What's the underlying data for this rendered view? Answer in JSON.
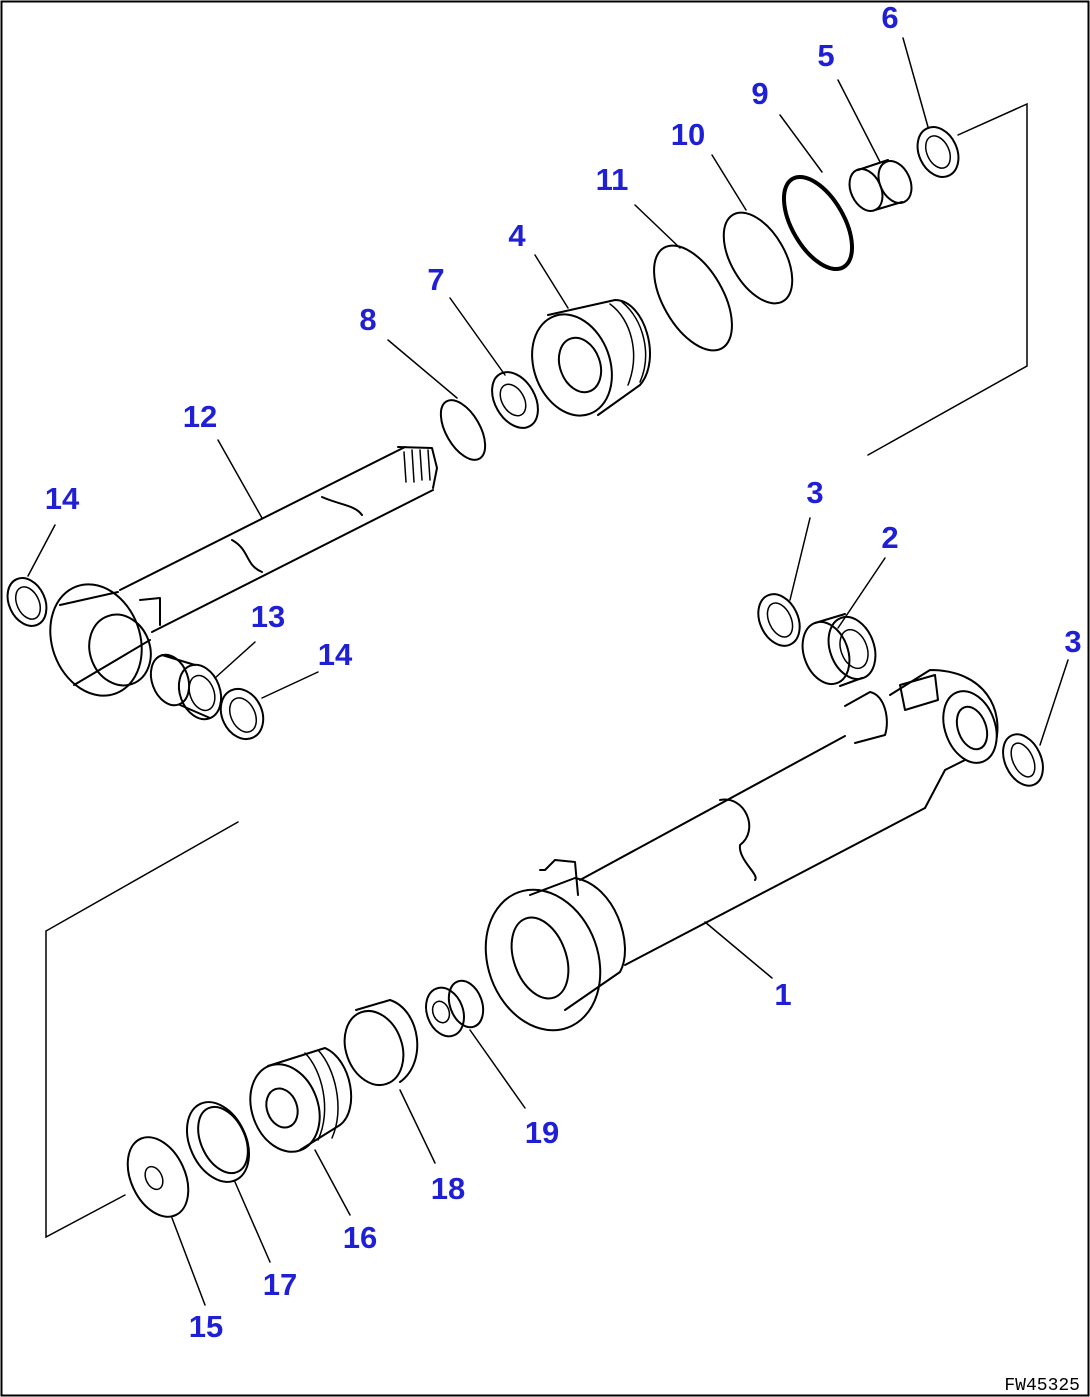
{
  "diagram": {
    "type": "exploded-parts-diagram",
    "drawing_code": "FW45325",
    "callout_color": "#1f1fd6",
    "parts": [
      {
        "id": "p1",
        "label": "1"
      },
      {
        "id": "p2",
        "label": "2"
      },
      {
        "id": "p3a",
        "label": "3"
      },
      {
        "id": "p3b",
        "label": "3"
      },
      {
        "id": "p4",
        "label": "4"
      },
      {
        "id": "p5",
        "label": "5"
      },
      {
        "id": "p6",
        "label": "6"
      },
      {
        "id": "p7",
        "label": "7"
      },
      {
        "id": "p8",
        "label": "8"
      },
      {
        "id": "p9",
        "label": "9"
      },
      {
        "id": "p10",
        "label": "10"
      },
      {
        "id": "p11",
        "label": "11"
      },
      {
        "id": "p12",
        "label": "12"
      },
      {
        "id": "p13",
        "label": "13"
      },
      {
        "id": "p14a",
        "label": "14"
      },
      {
        "id": "p14b",
        "label": "14"
      },
      {
        "id": "p15",
        "label": "15"
      },
      {
        "id": "p16",
        "label": "16"
      },
      {
        "id": "p17",
        "label": "17"
      },
      {
        "id": "p18",
        "label": "18"
      },
      {
        "id": "p19",
        "label": "19"
      }
    ]
  }
}
